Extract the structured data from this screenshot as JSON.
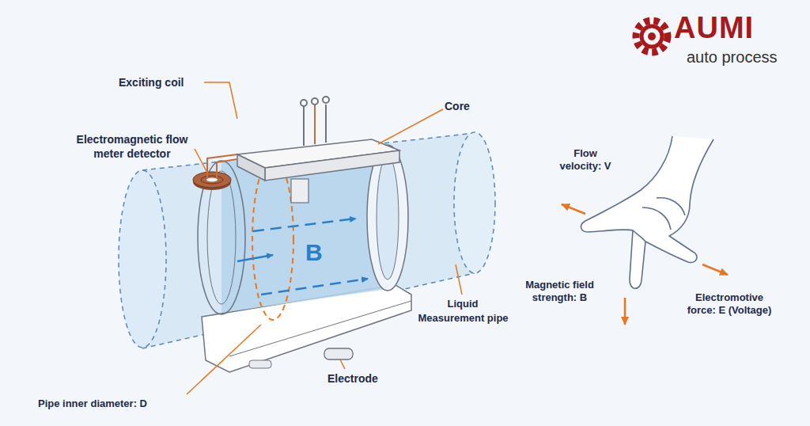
{
  "diagram": {
    "labels": [
      "AUMI",
      "auto process",
      "Exciting coil",
      "Core",
      "Electromagnetic flow meter detector",
      "B",
      "Liquid",
      "Measurement pipe",
      "Pipe inner diameter: D",
      "Electrode",
      "Flow velocity: V",
      "Magnetic field strength: B",
      "Electromotive force: E (Voltage)"
    ]
  }
}
